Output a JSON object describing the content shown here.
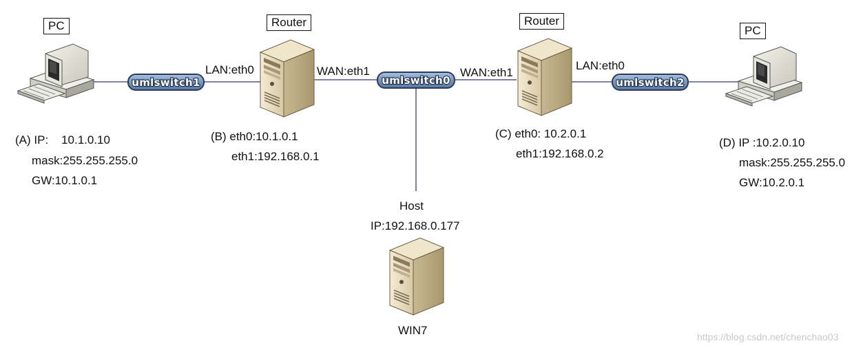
{
  "devices": {
    "pc_a": {
      "title": "PC",
      "ip_line": "(A) IP:    10.1.0.10",
      "mask": "mask:255.255.255.0",
      "gw": "GW:10.1.0.1"
    },
    "router_b": {
      "title": "Router",
      "eth0": "(B) eth0:10.1.0.1",
      "eth1": "eth1:192.168.0.1",
      "lan_port": "LAN:eth0",
      "wan_port": "WAN:eth1"
    },
    "router_c": {
      "title": "Router",
      "eth0": "(C) eth0: 10.2.0.1",
      "eth1": "eth1:192.168.0.2",
      "wan_port": "WAN:eth1",
      "lan_port": "LAN:eth0"
    },
    "pc_d": {
      "title": "PC",
      "ip_line": "(D) IP :10.2.0.10",
      "mask": "mask:255.255.255.0",
      "gw": "GW:10.2.0.1"
    },
    "host": {
      "title": "Host",
      "ip": "IP:192.168.0.177",
      "name": "WIN7"
    }
  },
  "switches": {
    "sw1": "umlswitch1",
    "sw0": "umlswitch0",
    "sw2": "umlswitch2"
  },
  "watermark": "https://blog.csdn.net/chenchao03",
  "colors": {
    "link": "#8080a8",
    "switch_fill": "#7fa0c8",
    "switch_border": "#2a3a5a",
    "server_body": "#e8dcc0",
    "pc_body": "#e4e4dc"
  }
}
